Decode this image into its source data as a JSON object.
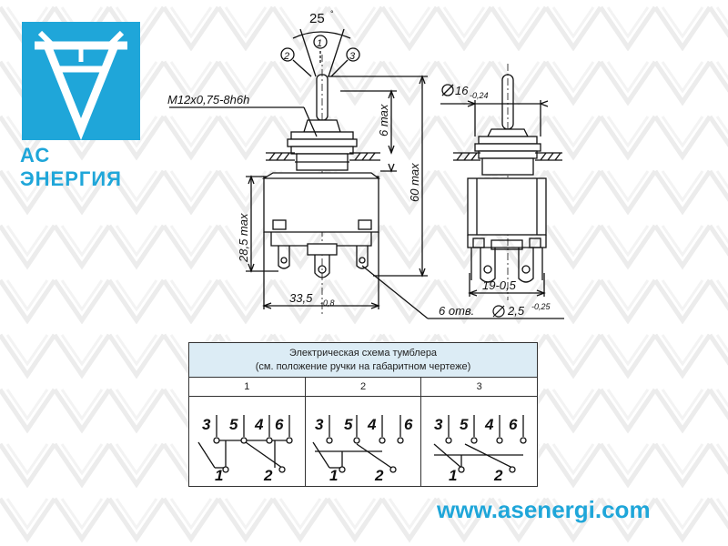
{
  "brand": {
    "name": "АС ЭНЕРГИЯ",
    "url": "www.asenergi.com",
    "color": "#1fa6d9"
  },
  "drawing": {
    "angle_label": "25",
    "angle_unit": "°",
    "positions": [
      "2",
      "1",
      "3"
    ],
    "thread_label": "M12x0,75-8h6h",
    "dim_6max": "6 max",
    "dim_60max": "60 max",
    "dim_285max": "28,5 max",
    "dim_335": "33,5",
    "dim_335_tol": "-0,8",
    "dim_16": "16",
    "dim_16_tol": "-0,24",
    "dim_19": "19-0,5",
    "holes_label": "6 отв.",
    "holes_dim": "2,5",
    "holes_tol": "-0,25"
  },
  "schema": {
    "title_line1": "Электрическая схема тумблера",
    "title_line2": "(см. положение ручки на габаритном чертеже)",
    "columns": [
      "1",
      "2",
      "3"
    ],
    "top_terminals": [
      "3",
      "5",
      "4",
      "6"
    ],
    "bottom_terminals": [
      "1",
      "2"
    ]
  }
}
